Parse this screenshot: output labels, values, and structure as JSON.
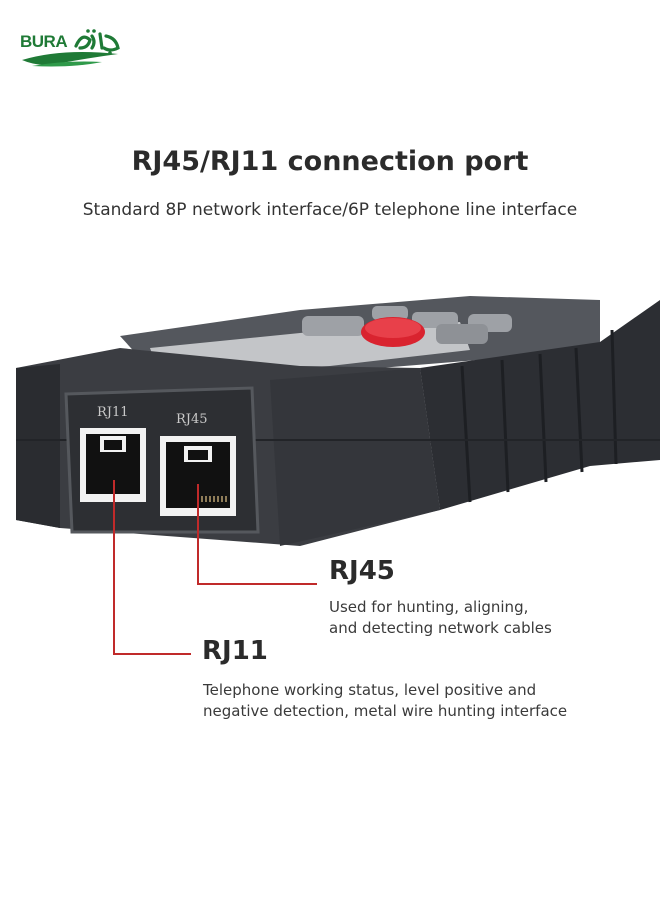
{
  "brand": {
    "logo_text": "BURA",
    "accent": "#1f7a36"
  },
  "header": {
    "title": "RJ45/RJ11 connection port",
    "subtitle": "Standard 8P network interface/6P telephone line interface"
  },
  "device": {
    "port_labels": [
      "RJ11",
      "RJ45"
    ],
    "button_accent": "#d9232f",
    "body_color": "#3b3d42"
  },
  "callouts": {
    "rj45": {
      "title": "RJ45",
      "desc_line1": "Used for hunting, aligning,",
      "desc_line2": "and detecting network cables"
    },
    "rj11": {
      "title": "RJ11",
      "desc_line1": "Telephone working status, level positive and",
      "desc_line2": "negative detection, metal wire hunting interface"
    },
    "line_color": "#c02a2a"
  }
}
